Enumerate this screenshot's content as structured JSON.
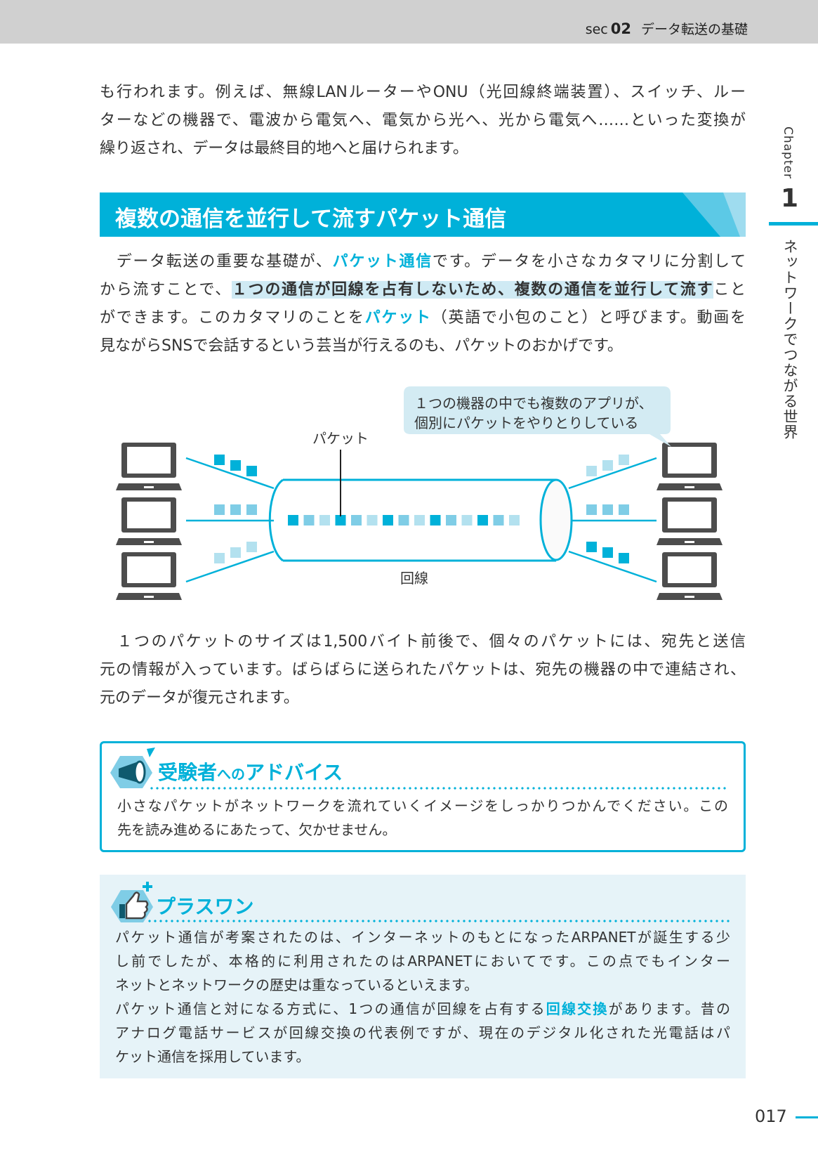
{
  "header": {
    "sec_label": "sec",
    "sec_num": "02",
    "title": "データ転送の基礎"
  },
  "side": {
    "chapter": "Chapter",
    "number": "1",
    "title": "ネットワークでつながる世界"
  },
  "para1": [
    "も行われます。例えば、無線LANルーターやONU（光回線終端装置）、スイッチ、ルー",
    "ターなどの機器で、電波から電気へ、電気から光へ、光から電気へ……といった変換が",
    "繰り返され、データは最終目的地へと届けられます。"
  ],
  "heading": "複数の通信を並行して流すパケット通信",
  "para2": {
    "l1a": "　データ転送の重要な基礎が、",
    "l1b": "パケット通信",
    "l1c": "です。データを小さなカタマリに分割して",
    "l2a": "から流すことで、",
    "l2b": "１つの通信が回線を占有しないため、複数の通信を並行して流す",
    "l2c": "こと",
    "l3a": "ができます。このカタマリのことを",
    "l3b": "パケット",
    "l3c": "（英語で小包のこと）と呼びます。動画を",
    "l4": "見ながらSNSで会話するという芸当が行えるのも、パケットのおかげです。"
  },
  "diagram": {
    "callout": [
      "１つの機器の中でも複数のアプリが、",
      "個別にパケットをやりとりしている"
    ],
    "packet_label": "パケット",
    "line_label": "回線",
    "colors": {
      "dark": "#00b1d9",
      "mid": "#7fcde6",
      "light": "#b3e1ef",
      "tube": "#00b1d9",
      "pc": "#4d4d4d"
    }
  },
  "para3": [
    "　１つのパケットのサイズは1,500バイト前後で、個々のパケットには、宛先と送信",
    "元の情報が入っています。ばらばらに送られたパケットは、宛先の機器の中で連結され、",
    "元のデータが復元されます。"
  ],
  "advice": {
    "title_a": "受験者",
    "title_b": "への",
    "title_c": "アドバイス",
    "text": [
      "小さなパケットがネットワークを流れていくイメージをしっかりつかんでください。この",
      "先を読み進めるにあたって、欠かせません。"
    ]
  },
  "plusone": {
    "title": "プラスワン",
    "text": [
      "パケット通信が考案されたのは、インターネットのもとになったARPANETが誕生する少",
      "し前でしたが、本格的に利用されたのはARPANETにおいてです。この点でもインター",
      "ネットとネットワークの歴史は重なっているといえます。"
    ],
    "l4a": "パケット通信と対になる方式に、1つの通信が回線を占有する",
    "l4b": "回線交換",
    "l4c": "があります。昔の",
    "l5": "アナログ電話サービスが回線交換の代表例ですが、現在のデジタル化された光電話はパ",
    "l6": "ケット通信を採用しています。"
  },
  "page_number": "017"
}
